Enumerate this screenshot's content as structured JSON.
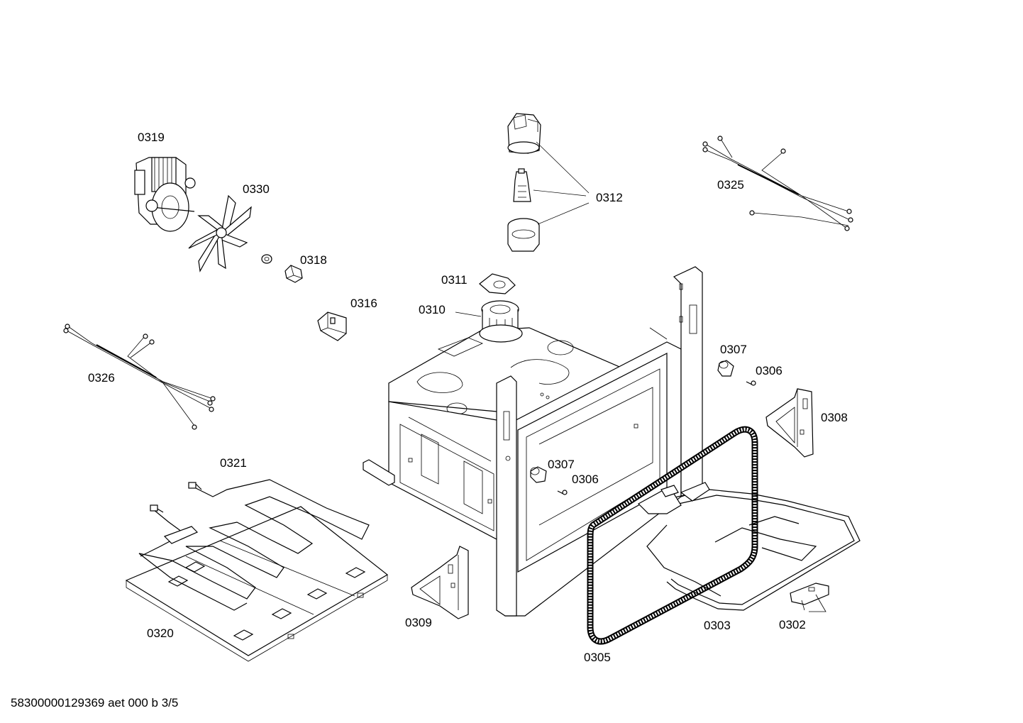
{
  "labels": {
    "p0319": "0319",
    "p0330": "0330",
    "p0318": "0318",
    "p0312": "0312",
    "p0325": "0325",
    "p0311": "0311",
    "p0310": "0310",
    "p0316": "0316",
    "p0326": "0326",
    "p0307a": "0307",
    "p0306a": "0306",
    "p0308": "0308",
    "p0321": "0321",
    "p0307b": "0307",
    "p0306b": "0306",
    "p0320": "0320",
    "p0309": "0309",
    "p0305": "0305",
    "p0303": "0303",
    "p0302": "0302"
  },
  "footer": "58300000129369 aet 000 b 3/5"
}
